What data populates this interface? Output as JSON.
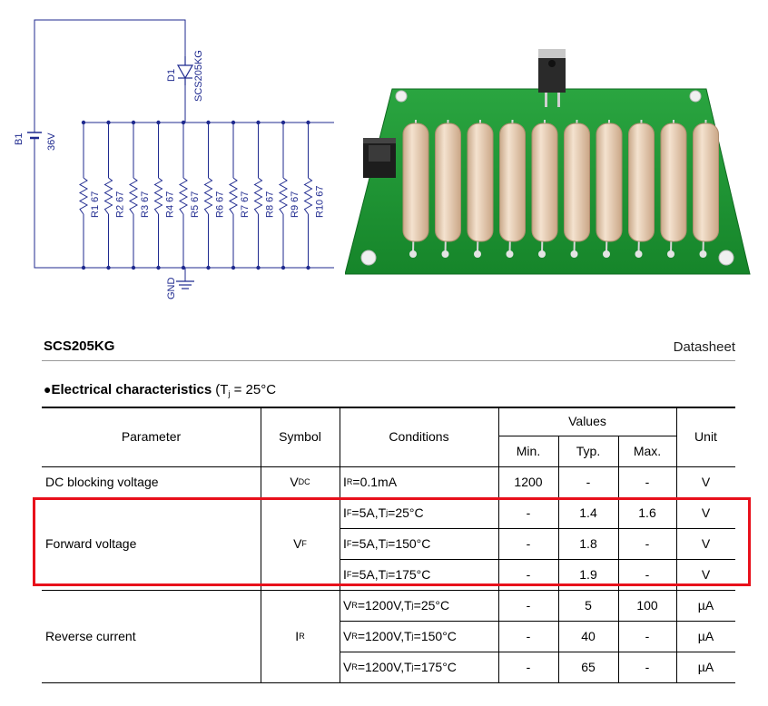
{
  "schematic": {
    "battery": {
      "ref": "B1",
      "value": "36V"
    },
    "diode": {
      "ref": "D1",
      "part": "SCS205KG"
    },
    "ground": "GND",
    "resistors": [
      {
        "ref": "R1",
        "value": "67"
      },
      {
        "ref": "R2",
        "value": "67"
      },
      {
        "ref": "R3",
        "value": "67"
      },
      {
        "ref": "R4",
        "value": "67"
      },
      {
        "ref": "R5",
        "value": "67"
      },
      {
        "ref": "R6",
        "value": "67"
      },
      {
        "ref": "R7",
        "value": "67"
      },
      {
        "ref": "R8",
        "value": "67"
      },
      {
        "ref": "R9",
        "value": "67"
      },
      {
        "ref": "R10",
        "value": "67"
      }
    ],
    "line_color": "#1f2a8f"
  },
  "pcb": {
    "board_color": "#1f9a34",
    "resistor_count": 10,
    "resistor_color": "#ead0b4"
  },
  "datasheet": {
    "title": "SCS205KG",
    "tag": "Datasheet",
    "section": "Electrical characteristics",
    "section_condition": "(T",
    "section_condition_sub": "j",
    "section_condition_rest": " = 25°C"
  },
  "table": {
    "headers": {
      "parameter": "Parameter",
      "symbol": "Symbol",
      "conditions": "Conditions",
      "values": "Values",
      "min": "Min.",
      "typ": "Typ.",
      "max": "Max.",
      "unit": "Unit"
    },
    "groups": [
      {
        "parameter": "DC blocking voltage",
        "symbol": "V",
        "symbol_sub": "DC",
        "rows": [
          {
            "cond_main": "I",
            "cond_sub": "R",
            "cond_rest": " =0.1mA",
            "min": "1200",
            "typ": "-",
            "max": "-",
            "unit": "V"
          }
        ]
      },
      {
        "parameter": "Forward voltage",
        "symbol": "V",
        "symbol_sub": "F",
        "rows": [
          {
            "cond_main": "I",
            "cond_sub": "F",
            "cond_rest": "=5A,T",
            "cond_sub2": "j",
            "cond_rest2": "=25°C",
            "min": "-",
            "typ": "1.4",
            "max": "1.6",
            "unit": "V"
          },
          {
            "cond_main": "I",
            "cond_sub": "F",
            "cond_rest": "=5A,T",
            "cond_sub2": "j",
            "cond_rest2": "=150°C",
            "min": "-",
            "typ": "1.8",
            "max": "-",
            "unit": "V"
          },
          {
            "cond_main": "I",
            "cond_sub": "F",
            "cond_rest": "=5A,T",
            "cond_sub2": "j",
            "cond_rest2": "=175°C",
            "min": "-",
            "typ": "1.9",
            "max": "-",
            "unit": "V"
          }
        ]
      },
      {
        "parameter": "Reverse current",
        "symbol": "I",
        "symbol_sub": "R",
        "rows": [
          {
            "cond_main": "V",
            "cond_sub": "R",
            "cond_rest": "=1200V,T",
            "cond_sub2": "j",
            "cond_rest2": "=25°C",
            "min": "-",
            "typ": "5",
            "max": "100",
            "unit": "µA"
          },
          {
            "cond_main": "V",
            "cond_sub": "R",
            "cond_rest": "=1200V,T",
            "cond_sub2": "j",
            "cond_rest2": "=150°C",
            "min": "-",
            "typ": "40",
            "max": "-",
            "unit": "µA"
          },
          {
            "cond_main": "V",
            "cond_sub": "R",
            "cond_rest": "=1200V,T",
            "cond_sub2": "j",
            "cond_rest2": "=175°C",
            "min": "-",
            "typ": "65",
            "max": "-",
            "unit": "µA"
          }
        ]
      }
    ],
    "highlight_color": "#e8101b"
  }
}
